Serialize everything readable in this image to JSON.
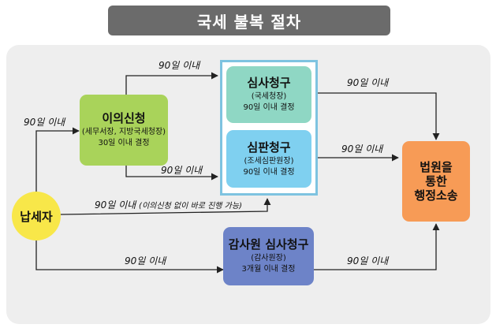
{
  "title": "국세 불복 절차",
  "nodes": {
    "taxpayer": "납세자",
    "objection": {
      "main": "이의신청",
      "sub": "(세무서장, 지방국세청장)",
      "deadline": "30일 이내 결정"
    },
    "review": {
      "main": "심사청구",
      "sub": "(국세청장)",
      "deadline": "90일 이내 결정"
    },
    "tribunal": {
      "main": "심판청구",
      "sub": "(조세심판원장)",
      "deadline": "90일 이내 결정"
    },
    "audit": {
      "main": "감사원 심사청구",
      "sub": "(감사원장)",
      "deadline": "3개월 이내 결정"
    },
    "court": {
      "line1": "법원을",
      "line2": "통한",
      "line3": "행정소송"
    }
  },
  "edges": {
    "taxpayer_to_objection": "90일 이내",
    "objection_to_review": "90일 이내",
    "objection_to_tribunal": "90일 이내",
    "taxpayer_direct": "90일 이내",
    "taxpayer_direct_note": "(이의신청 없이 바로 진행 가능)",
    "review_to_court": "90일 이내",
    "tribunal_to_court": "90일 이내",
    "taxpayer_to_audit": "90일 이내",
    "audit_to_court": "90일 이내"
  },
  "colors": {
    "title_bg": "#6b6b6b",
    "panel_bg": "#eeeeee",
    "objection": "#a9d35a",
    "review": "#8fd7c4",
    "tribunal": "#7fd0f0",
    "frame": "#7ec3e0",
    "audit": "#6d83c8",
    "court": "#f79b56",
    "taxpayer": "#f8e749"
  }
}
